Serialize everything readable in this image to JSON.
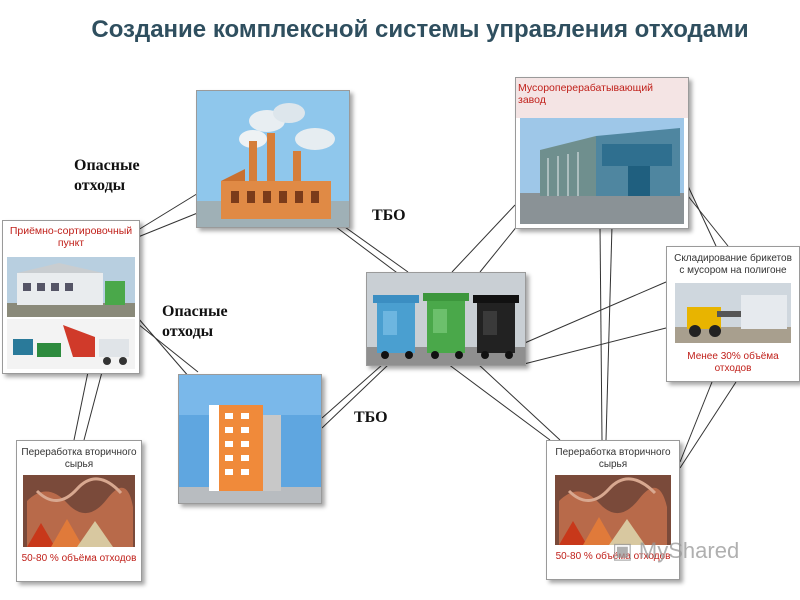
{
  "title": "Создание комплексной системы управления отходами",
  "labels": {
    "hazardous_1": "Опасные отходы",
    "hazardous_2": "Опасные отходы",
    "msw_1": "ТБО",
    "msw_2": "ТБО"
  },
  "cards": {
    "sorting_point": "Приёмно-сортировочный пункт",
    "recycling_plant": "Мусороперерабатывающий завод",
    "briquette_storage": "Складирование брикетов с мусором на полигоне",
    "briquette_note": "Менее 30% объёма отходов",
    "secondary_left_title": "Переработка вторичного сырья",
    "secondary_left_note": "50-80 % объёма отходов",
    "secondary_right_title": "Переработка вторичного сырья",
    "secondary_right_note": "50-80 % объёма отходов"
  },
  "watermark": "MyShared",
  "colors": {
    "title": "#2f4f5f",
    "caption_red": "#c0201a",
    "bin_blue": "#4a9fd0",
    "bin_green": "#4aa84a",
    "bin_black": "#222222"
  }
}
